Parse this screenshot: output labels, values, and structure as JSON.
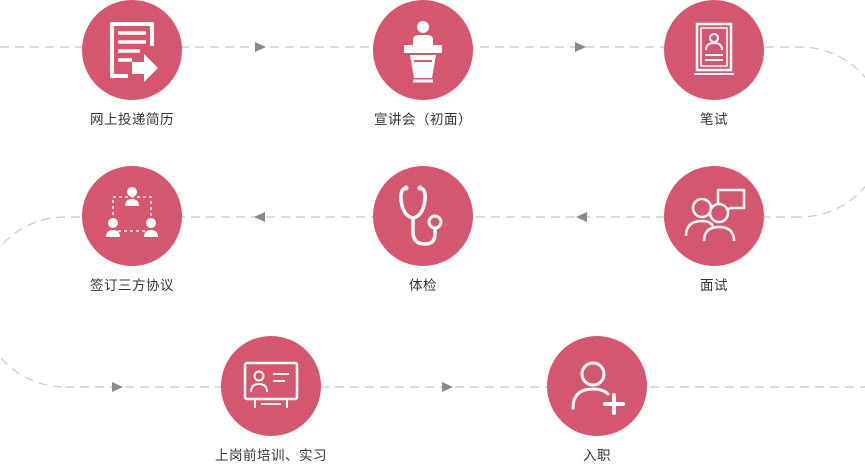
{
  "colors": {
    "accent": "#d4566f",
    "line": "#c8c8c8",
    "arrow": "#8a8a8a",
    "text": "#333333"
  },
  "steps": [
    {
      "label": "网上投递简历",
      "icon": "resume-send-icon"
    },
    {
      "label": "宣讲会（初面）",
      "icon": "podium-speaker-icon"
    },
    {
      "label": "笔试",
      "icon": "written-test-icon"
    },
    {
      "label": "面试",
      "icon": "interview-chat-icon"
    },
    {
      "label": "体检",
      "icon": "stethoscope-icon"
    },
    {
      "label": "签订三方协议",
      "icon": "agreement-network-icon"
    },
    {
      "label": "上岗前培训、实习",
      "icon": "training-board-icon"
    },
    {
      "label": "入职",
      "icon": "user-add-icon"
    }
  ]
}
